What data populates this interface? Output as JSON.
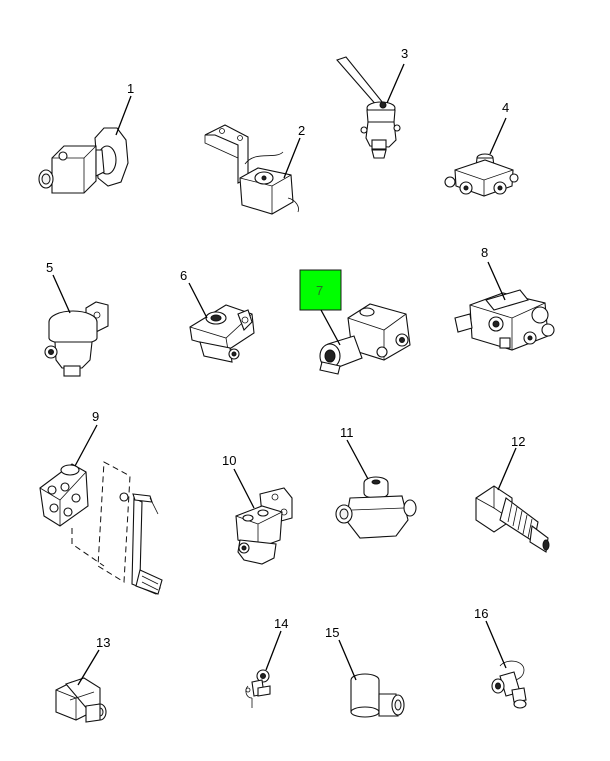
{
  "diagram": {
    "parts": [
      {
        "num": "1"
      },
      {
        "num": "2"
      },
      {
        "num": "3"
      },
      {
        "num": "4"
      },
      {
        "num": "5"
      },
      {
        "num": "6"
      },
      {
        "num": "7",
        "highlight_color": "#00ff00"
      },
      {
        "num": "8"
      },
      {
        "num": "9"
      },
      {
        "num": "10"
      },
      {
        "num": "11"
      },
      {
        "num": "12"
      },
      {
        "num": "13"
      },
      {
        "num": "14"
      },
      {
        "num": "15"
      },
      {
        "num": "16"
      }
    ]
  }
}
